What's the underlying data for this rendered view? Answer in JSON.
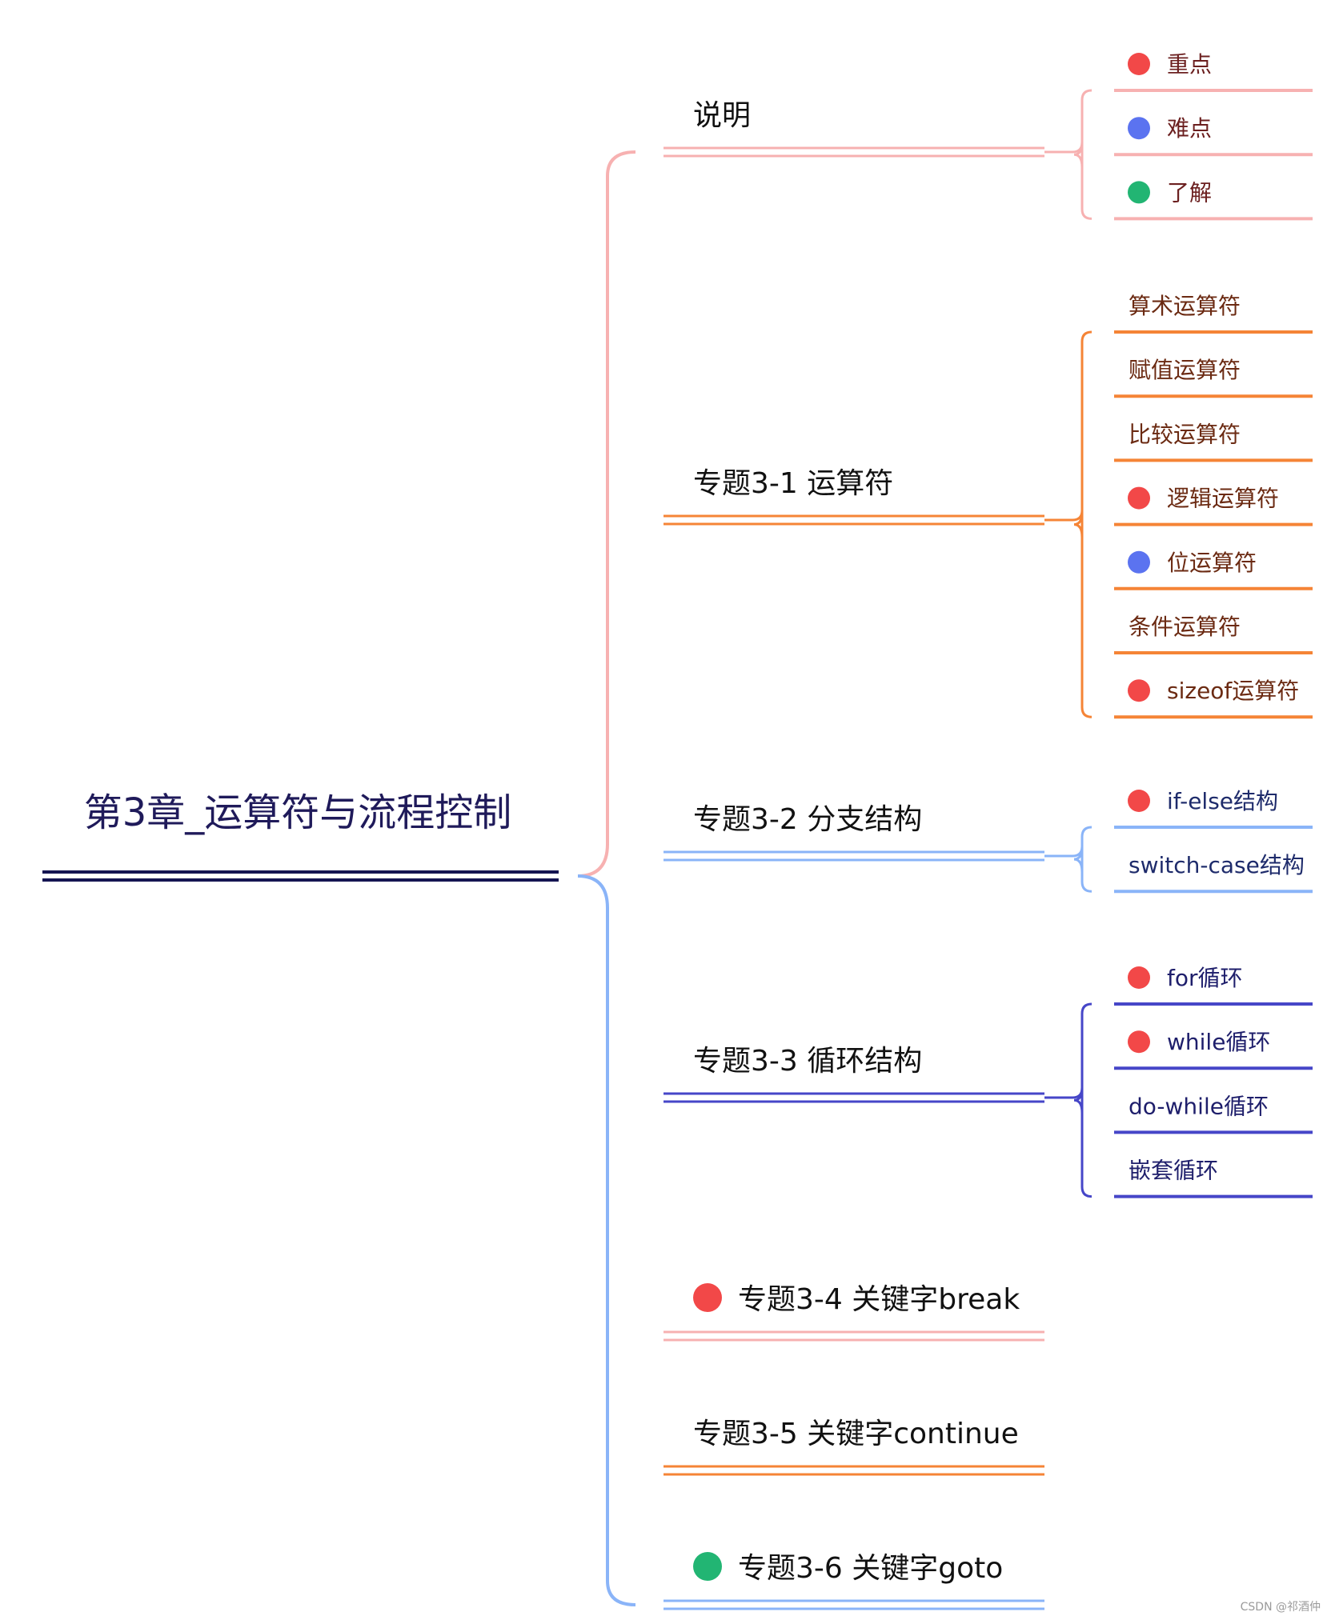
{
  "root": {
    "label": "第3章_运算符与流程控制",
    "color": "#141452"
  },
  "legend_colors": {
    "red": "#f24848",
    "blue": "#5b73f0",
    "green": "#22b573"
  },
  "topics": [
    {
      "label": "说明",
      "color": "#f7b1b1",
      "text_color": "#6b1f1f",
      "marker": null,
      "children": [
        {
          "label": "重点",
          "marker": "red"
        },
        {
          "label": "难点",
          "marker": "blue"
        },
        {
          "label": "了解",
          "marker": "green"
        }
      ]
    },
    {
      "label": "专题3-1 运算符",
      "color": "#f58436",
      "text_color": "#6b2a12",
      "marker": null,
      "children": [
        {
          "label": "算术运算符",
          "marker": null
        },
        {
          "label": "赋值运算符",
          "marker": null
        },
        {
          "label": "比较运算符",
          "marker": null
        },
        {
          "label": "逻辑运算符",
          "marker": "red"
        },
        {
          "label": "位运算符",
          "marker": "blue"
        },
        {
          "label": "条件运算符",
          "marker": null
        },
        {
          "label": "sizeof运算符",
          "marker": "red"
        }
      ]
    },
    {
      "label": "专题3-2 分支结构",
      "color": "#8ab4f8",
      "text_color": "#1e2b6b",
      "marker": null,
      "children": [
        {
          "label": "if-else结构",
          "marker": "red"
        },
        {
          "label": "switch-case结构",
          "marker": null
        }
      ]
    },
    {
      "label": "专题3-3 循环结构",
      "color": "#4646c8",
      "text_color": "#1e1e6b",
      "marker": null,
      "children": [
        {
          "label": "for循环",
          "marker": "red"
        },
        {
          "label": "while循环",
          "marker": "red"
        },
        {
          "label": "do-while循环",
          "marker": null
        },
        {
          "label": "嵌套循环",
          "marker": null
        }
      ]
    },
    {
      "label": "专题3-4 关键字break",
      "color": "#f7b1b1",
      "text_color": "#111111",
      "marker": "red",
      "children": []
    },
    {
      "label": "专题3-5 关键字continue",
      "color": "#f58436",
      "text_color": "#111111",
      "marker": null,
      "children": []
    },
    {
      "label": "专题3-6 关键字goto",
      "color": "#8ab4f8",
      "text_color": "#111111",
      "marker": "green",
      "children": []
    }
  ],
  "watermark": "CSDN @祁酒仲"
}
